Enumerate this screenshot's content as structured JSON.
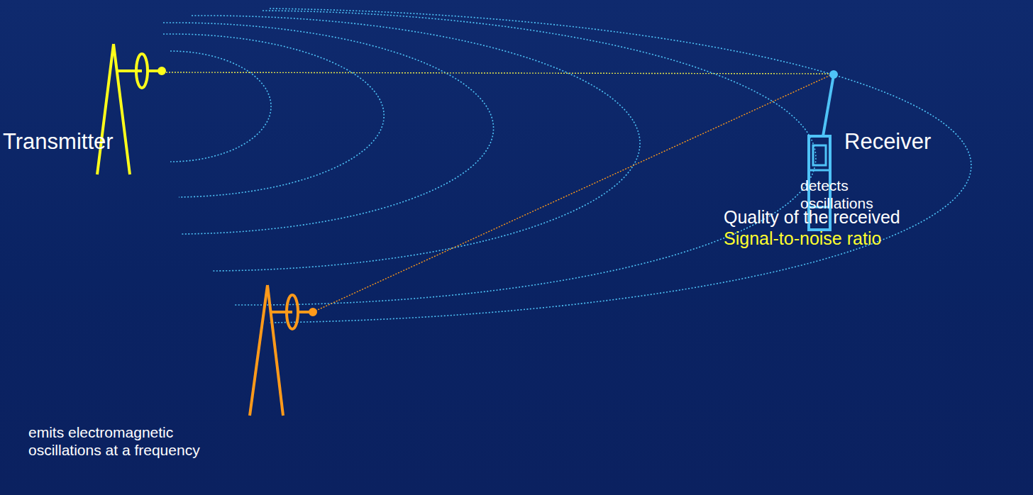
{
  "diagram": {
    "labels": [
      "Transmitter",
      "Receiver",
      "detects oscillations",
      "Quality of the received",
      "Signal-to-noise ratio",
      "emits electromagnetic oscillations at a frequency"
    ]
  }
}
